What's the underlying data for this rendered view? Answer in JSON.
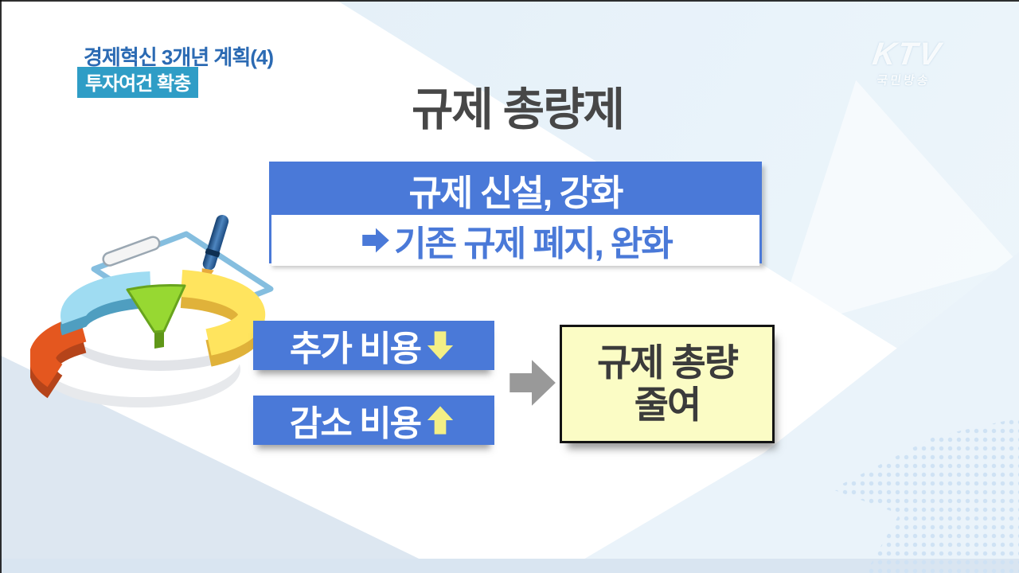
{
  "header": {
    "program_title": "경제혁신 3개년 계획(4)",
    "badge": "투자여건 확충"
  },
  "branding": {
    "logo_text": "KTV",
    "logo_subtext": "국민방송"
  },
  "slide": {
    "title": "규제 총량제",
    "rule_box": {
      "header": "규제 신설, 강화",
      "body": "기존 규제 폐지, 완화"
    },
    "cost_items": [
      {
        "label": "추가 비용",
        "direction": "down"
      },
      {
        "label": "감소 비용",
        "direction": "up"
      }
    ],
    "result_box": {
      "line1": "규제 총량",
      "line2": "줄여"
    }
  },
  "icons": {
    "rule_body_arrow": "right-arrow",
    "cost_item_0": "down-arrow",
    "cost_item_1": "up-arrow",
    "flow": "right-arrow",
    "illustration": "3d-pie-chart-with-clipboard-and-pen"
  },
  "colors": {
    "accent_blue": "#4a79d8",
    "badge_teal": "#2f9dc6",
    "header_text_blue": "#2b6ab3",
    "result_yellow_bg": "#fbfcc5",
    "arrow_yellow": "#f3ef85",
    "arrow_gray": "#999999",
    "title_text": "#474747"
  }
}
